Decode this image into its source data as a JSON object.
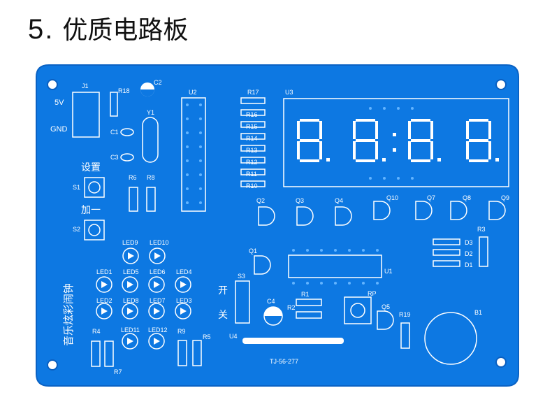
{
  "title": {
    "number": "5",
    "separator": ".",
    "text": "优质电路板"
  },
  "colors": {
    "board": "#0d78e2",
    "board_dark": "#0a5fc0",
    "silk": "#ffffff",
    "pad": "#63b4ff"
  },
  "board": {
    "labels": {
      "j1": "J1",
      "v5": "5V",
      "gnd": "GND",
      "r18": "R18",
      "c2": "C2",
      "u2": "U2",
      "r17": "R17",
      "u3": "U3",
      "c1": "C1",
      "c3": "C3",
      "y1": "Y1",
      "set": "设置",
      "s1": "S1",
      "add": "加一",
      "s2": "S2",
      "r6": "R6",
      "r8": "R8",
      "r16": "R16",
      "r15": "R15",
      "r14": "R14",
      "r13": "R13",
      "r12": "R12",
      "r11": "R11",
      "r10": "R10",
      "q2": "Q2",
      "q3": "Q3",
      "q4": "Q4",
      "q10": "Q10",
      "q7": "Q7",
      "q8": "Q8",
      "q9": "Q9",
      "r3": "R3",
      "d3": "D3",
      "d2": "D2",
      "d1": "D1",
      "led9": "LED9",
      "led10": "LED10",
      "led1": "LED1",
      "led5": "LED5",
      "led6": "LED6",
      "led4": "LED4",
      "led2": "LED2",
      "led8": "LED8",
      "led7": "LED7",
      "led3": "LED3",
      "led11": "LED11",
      "led12": "LED12",
      "q1": "Q1",
      "s3": "S3",
      "u1": "U1",
      "open": "开",
      "close": "关",
      "r1": "R1",
      "r2": "R2",
      "rp": "RP",
      "q5": "Q5",
      "r19": "R19",
      "b1": "B1",
      "c4": "C4",
      "u4": "U4",
      "r4": "R4",
      "r9": "R9",
      "r5": "R5",
      "r7": "R7",
      "board_id": "TJ-56-277",
      "vertical_title": "音乐炫彩闹钟"
    }
  }
}
